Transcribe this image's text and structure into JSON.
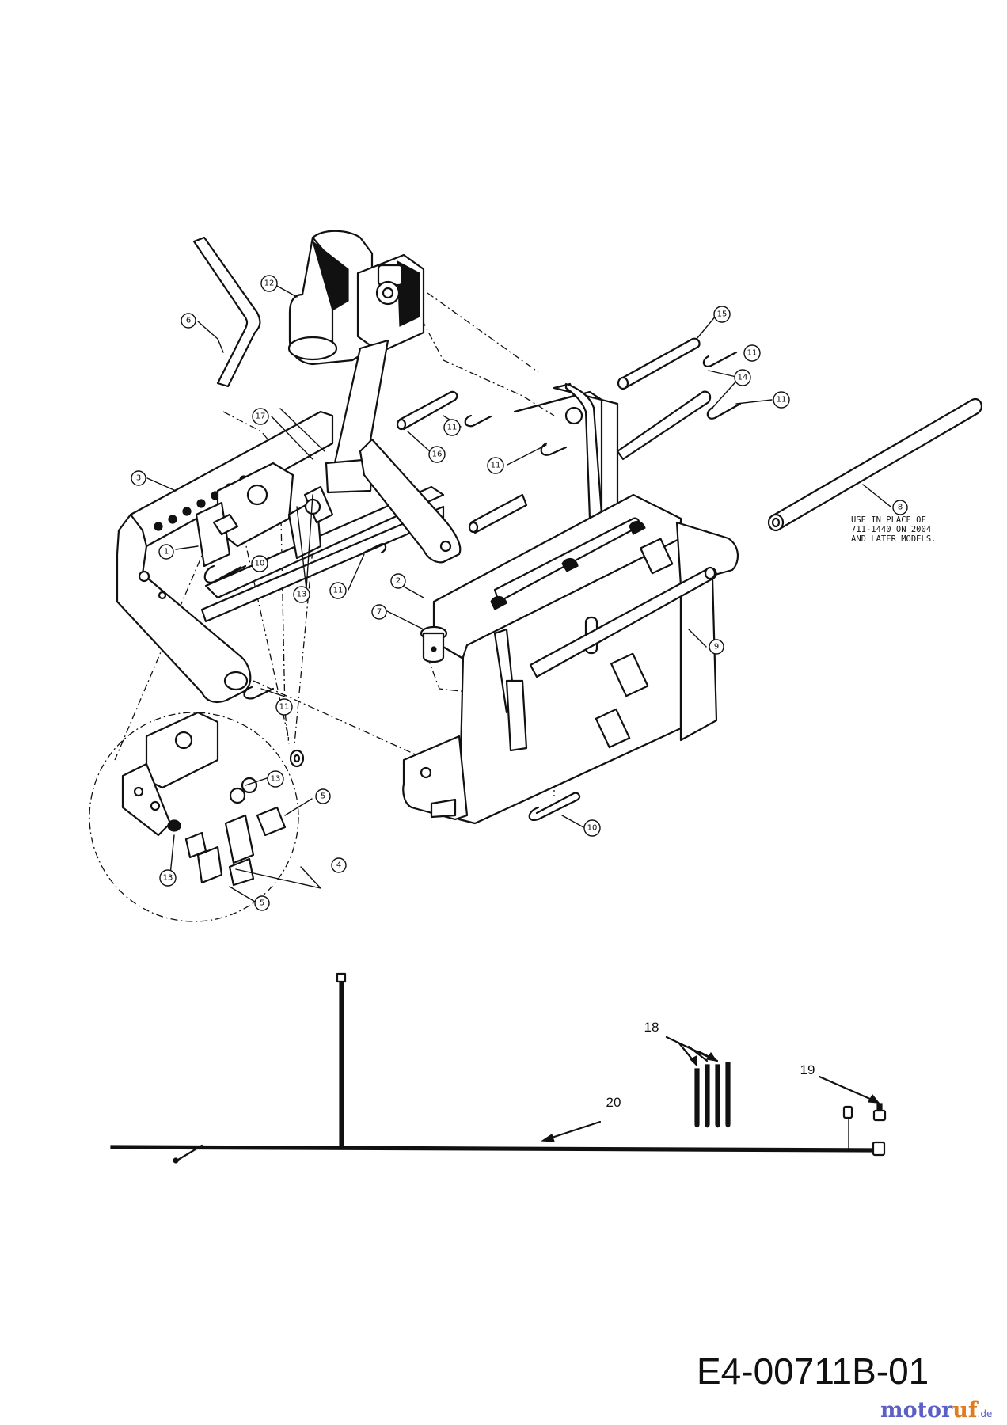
{
  "callouts": [
    {
      "id": "c1",
      "label": "1"
    },
    {
      "id": "c2",
      "label": "2"
    },
    {
      "id": "c3",
      "label": "3"
    },
    {
      "id": "c4",
      "label": "4"
    },
    {
      "id": "c5a",
      "label": "5"
    },
    {
      "id": "c5b",
      "label": "5"
    },
    {
      "id": "c6",
      "label": "6"
    },
    {
      "id": "c7",
      "label": "7"
    },
    {
      "id": "c8",
      "label": "8"
    },
    {
      "id": "c9",
      "label": "9"
    },
    {
      "id": "c10a",
      "label": "10"
    },
    {
      "id": "c10b",
      "label": "10"
    },
    {
      "id": "c11a",
      "label": "11"
    },
    {
      "id": "c11b",
      "label": "11"
    },
    {
      "id": "c11c",
      "label": "11"
    },
    {
      "id": "c11d",
      "label": "11"
    },
    {
      "id": "c11e",
      "label": "11"
    },
    {
      "id": "c11f",
      "label": "11"
    },
    {
      "id": "c12",
      "label": "12"
    },
    {
      "id": "c13a",
      "label": "13"
    },
    {
      "id": "c13b",
      "label": "13"
    },
    {
      "id": "c13c",
      "label": "13"
    },
    {
      "id": "c14",
      "label": "14"
    },
    {
      "id": "c15",
      "label": "15"
    },
    {
      "id": "c16",
      "label": "16"
    },
    {
      "id": "c17",
      "label": "17"
    }
  ],
  "harness_labels": {
    "l18": "18",
    "l19": "19",
    "l20": "20"
  },
  "note_lines": [
    "USE IN PLACE OF",
    "711-1440 ON 2004",
    "AND LATER MODELS."
  ],
  "diagram_code": "E4-00711B-01",
  "brand": {
    "name_main": "motor",
    "name_accent": "uf",
    "suffix": ".de"
  },
  "colors": {
    "line": "#111111",
    "brand_primary": "#5b5fc7",
    "brand_accent": "#e07b1f"
  }
}
